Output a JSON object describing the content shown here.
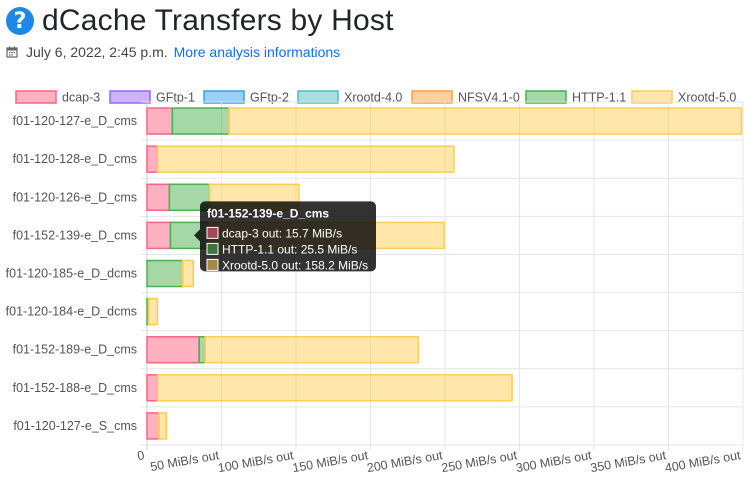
{
  "page": {
    "title": "dCache Transfers by Host",
    "date": "July 6, 2022, 2:45 p.m.",
    "analysis_link": "More analysis informations",
    "help_icon": "question-circle-icon",
    "calendar_icon": "calendar-icon"
  },
  "chart_data": {
    "type": "bar",
    "orientation": "horizontal",
    "stacked": true,
    "categories": [
      "f01-120-127-e_D_cms",
      "f01-120-128-e_D_cms",
      "f01-120-126-e_D_cms",
      "f01-152-139-e_D_cms",
      "f01-120-185-e_D_dcms",
      "f01-120-184-e_D_dcms",
      "f01-152-189-e_D_cms",
      "f01-152-188-e_D_cms",
      "f01-120-127-e_S_cms"
    ],
    "series": [
      {
        "name": "dcap-3",
        "color": "#ff6384",
        "values": [
          17,
          7,
          15,
          15.7,
          0,
          0,
          35,
          7,
          8
        ]
      },
      {
        "name": "GFtp-1",
        "color": "#9966ff",
        "values": [
          0,
          0,
          0,
          0,
          0,
          0,
          0,
          0,
          0
        ]
      },
      {
        "name": "GFtp-2",
        "color": "#36a2eb",
        "values": [
          0,
          0,
          0,
          0,
          0,
          0,
          0,
          0,
          0
        ]
      },
      {
        "name": "Xrootd-4.0",
        "color": "#4bc0c0",
        "values": [
          0,
          0,
          0,
          0,
          0,
          0,
          0,
          0,
          0
        ]
      },
      {
        "name": "NFSV4.1-0",
        "color": "#ff9f40",
        "values": [
          0,
          0,
          0,
          0,
          0,
          0,
          0,
          0,
          0
        ]
      },
      {
        "name": "HTTP-1.1",
        "color": "#4caf50",
        "values": [
          38,
          0,
          27,
          25.5,
          24,
          1,
          4,
          0,
          0
        ]
      },
      {
        "name": "Xrootd-5.0",
        "color": "#ffcd56",
        "values": [
          344,
          199,
          60,
          158.2,
          7,
          6,
          143,
          238,
          5
        ]
      }
    ],
    "x_ticks": [
      0,
      50,
      100,
      150,
      200,
      250,
      300,
      350,
      400
    ],
    "x_tick_labels": [
      "0",
      "50 MiB/s out",
      "100 MiB/s out",
      "150 MiB/s out",
      "200 MiB/s out",
      "250 MiB/s out",
      "300 MiB/s out",
      "350 MiB/s out",
      "400 MiB/s out"
    ],
    "xlim": [
      0,
      400
    ],
    "grid": true,
    "legend_position": "top",
    "tooltip": {
      "title": "f01-152-139-e_D_cms",
      "lines": [
        {
          "series": "dcap-3",
          "text": "dcap-3 out: 15.7 MiB/s"
        },
        {
          "series": "HTTP-1.1",
          "text": "HTTP-1.1 out: 25.5 MiB/s"
        },
        {
          "series": "Xrootd-5.0",
          "text": "Xrootd-5.0 out: 158.2 MiB/s"
        }
      ]
    }
  }
}
